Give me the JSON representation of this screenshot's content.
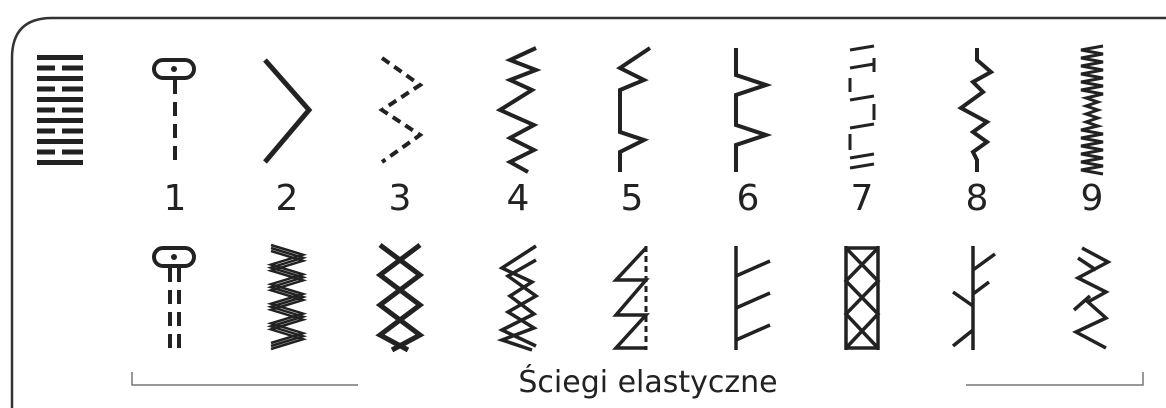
{
  "panel": {
    "caption": "Ściegi elastyczne"
  },
  "stitch_numbers": [
    "1",
    "2",
    "3",
    "4",
    "5",
    "6",
    "7",
    "8",
    "9"
  ],
  "stitches_row1": [
    {
      "name": "straight-stitch-icon"
    },
    {
      "name": "zigzag-stitch-icon"
    },
    {
      "name": "dashed-zigzag-stitch-icon"
    },
    {
      "name": "multi-step-zigzag-stitch-icon"
    },
    {
      "name": "blind-hem-stitch-icon"
    },
    {
      "name": "elastic-blind-hem-stitch-icon"
    },
    {
      "name": "dashed-block-stitch-icon"
    },
    {
      "name": "wavy-stitch-icon"
    },
    {
      "name": "dense-satin-stitch-icon"
    }
  ],
  "stitches_row2": [
    {
      "name": "triple-straight-stitch-icon"
    },
    {
      "name": "triple-zigzag-stitch-icon"
    },
    {
      "name": "honeycomb-stitch-icon"
    },
    {
      "name": "double-zigzag-stitch-icon"
    },
    {
      "name": "overlock-stitch-icon"
    },
    {
      "name": "stretch-overcast-stitch-icon"
    },
    {
      "name": "cross-box-stitch-icon"
    },
    {
      "name": "feather-stitch-icon"
    },
    {
      "name": "decorative-zigzag-stitch-icon"
    }
  ],
  "colors": {
    "ink": "#222222",
    "border": "#333333",
    "bracket": "#777777"
  },
  "icons": {
    "mode": "stretch-mode-icon"
  }
}
